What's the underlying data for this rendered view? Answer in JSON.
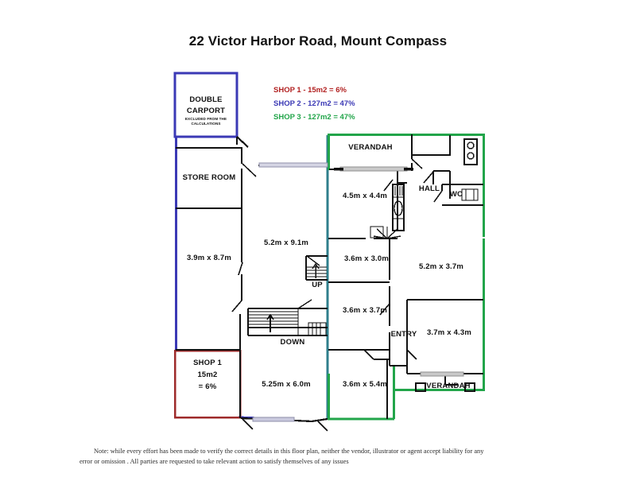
{
  "document": {
    "title": "22 Victor Harbor Road, Mount Compass",
    "type": "floor-plan"
  },
  "legend": {
    "items": [
      {
        "label": "SHOP 1 - 15m2 = 6%",
        "color": "#b22222"
      },
      {
        "label": "SHOP 2 - 127m2 = 47%",
        "color": "#3b39b5"
      },
      {
        "label": "SHOP 3 - 127m2 = 47%",
        "color": "#22a54a"
      }
    ]
  },
  "colors": {
    "shop1": "#9e2b2b",
    "shop2": "#3b39b5",
    "shop2_teal": "#2f7f8c",
    "shop3": "#22a54a",
    "wall": "#111111",
    "window": "#c9c9de"
  },
  "rooms": {
    "carport_title1": "DOUBLE",
    "carport_title2": "CARPORT",
    "carport_note1": "EXCLUDED FROM THE",
    "carport_note2": "CALCULATIONS",
    "store_room": "STORE ROOM",
    "left_room_dims": "3.9m x 8.7m",
    "shop1_name": "SHOP 1",
    "shop1_area": "15m2",
    "shop1_pct": "= 6%",
    "center_dims": "5.2m x 9.1m",
    "lower_center_dims": "5.25m x 6.0m",
    "stairs_up": "UP",
    "stairs_down": "DOWN",
    "verandah_top": "VERANDAH",
    "verandah_bottom": "VERANDAH",
    "hall": "HALL",
    "wc": "WC",
    "entry": "ENTRY",
    "room_45x44": "4.5m x 4.4m",
    "room_36x30": "3.6m x 3.0m",
    "room_36x37": "3.6m x 3.7m",
    "room_36x54": "3.6m x 5.4m",
    "room_52x37": "5.2m x 3.7m",
    "room_37x43": "3.7m x 4.3m"
  },
  "footer": {
    "line1": "Note: while every effort has been made to verify the correct details in this floor plan, neither the vendor, illustrator or agent accept liability for any",
    "line2": "error or omission . All  parties are requested to take relevant action to satisfy themselves of any issues"
  }
}
